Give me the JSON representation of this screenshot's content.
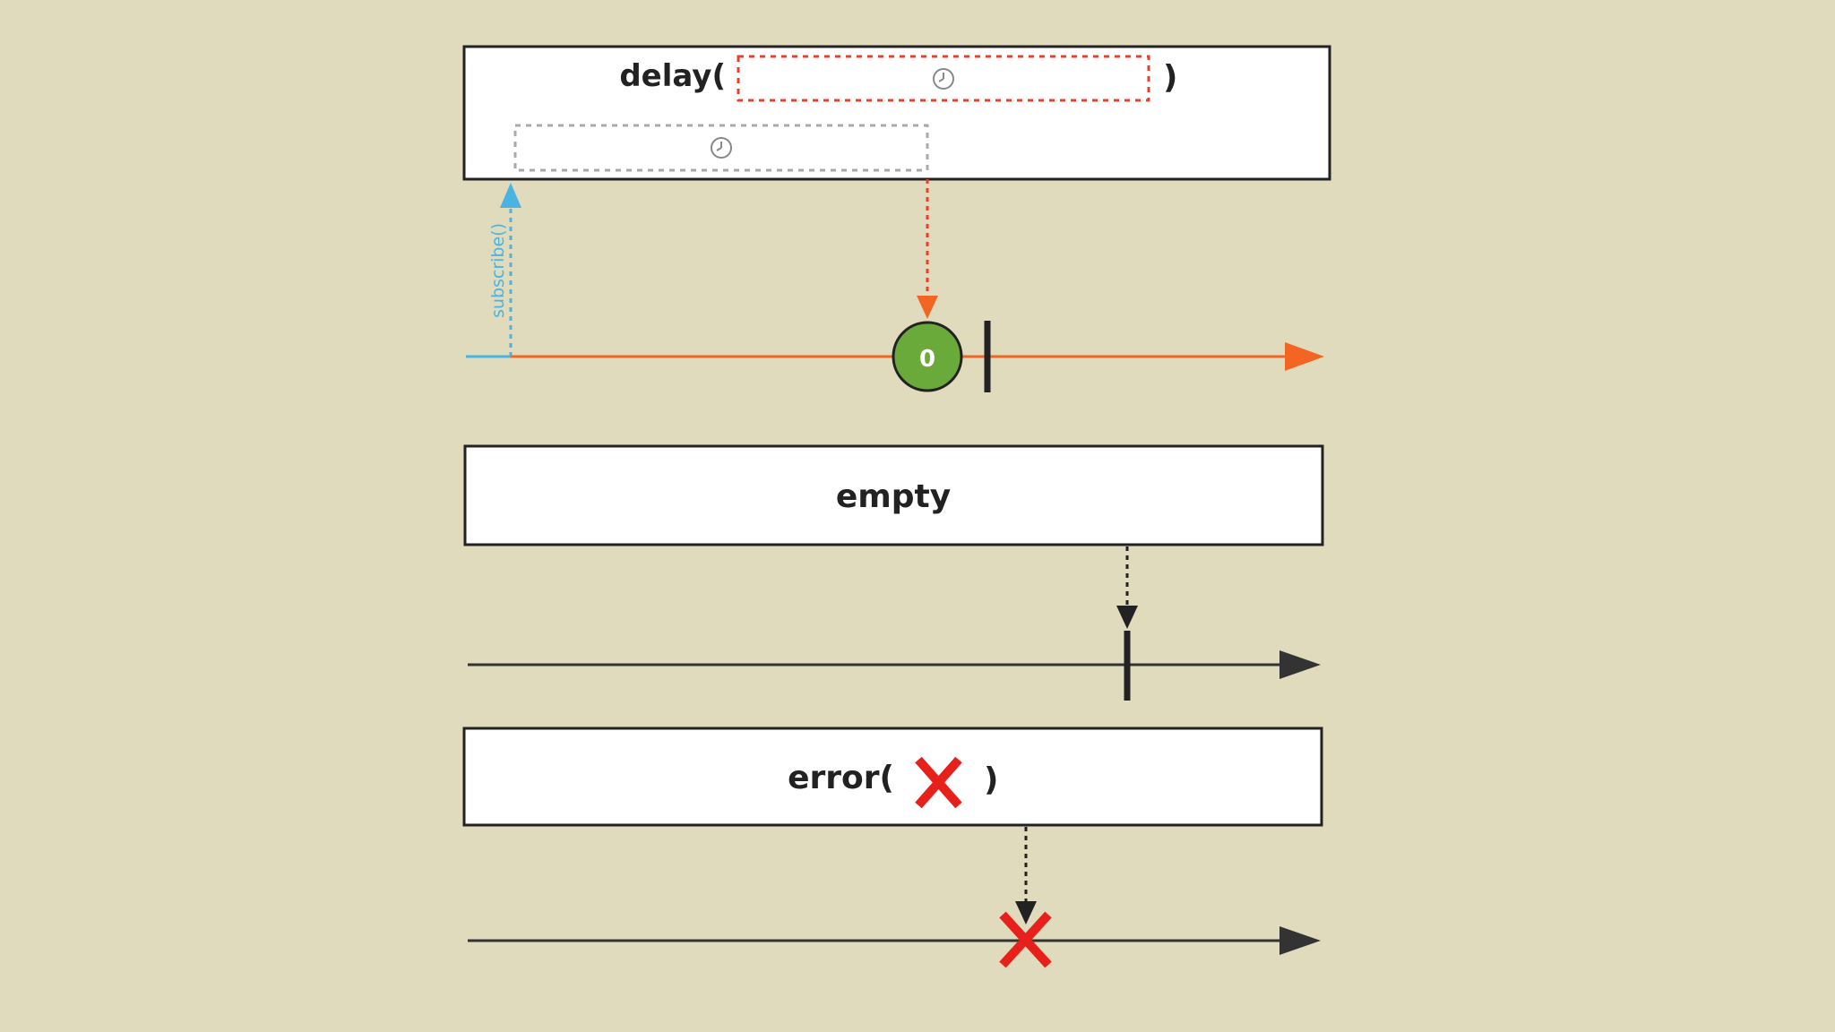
{
  "delay_panel": {
    "label_open": "delay(",
    "label_close": ")",
    "clock_icon": "clock-icon",
    "subscribe_label": "subscribe()",
    "emission_value": "0"
  },
  "empty_panel": {
    "label": "empty"
  },
  "error_panel": {
    "label_open": "error(",
    "label_close": ")",
    "error_icon": "x-mark-icon"
  },
  "colors": {
    "background": "#e0dbbd",
    "timeline_orange": "#f26522",
    "subscribe_blue": "#4ab3e2",
    "marble_green": "#6aaa3a",
    "error_red": "#e8201c",
    "timeline_dark": "#333333"
  }
}
